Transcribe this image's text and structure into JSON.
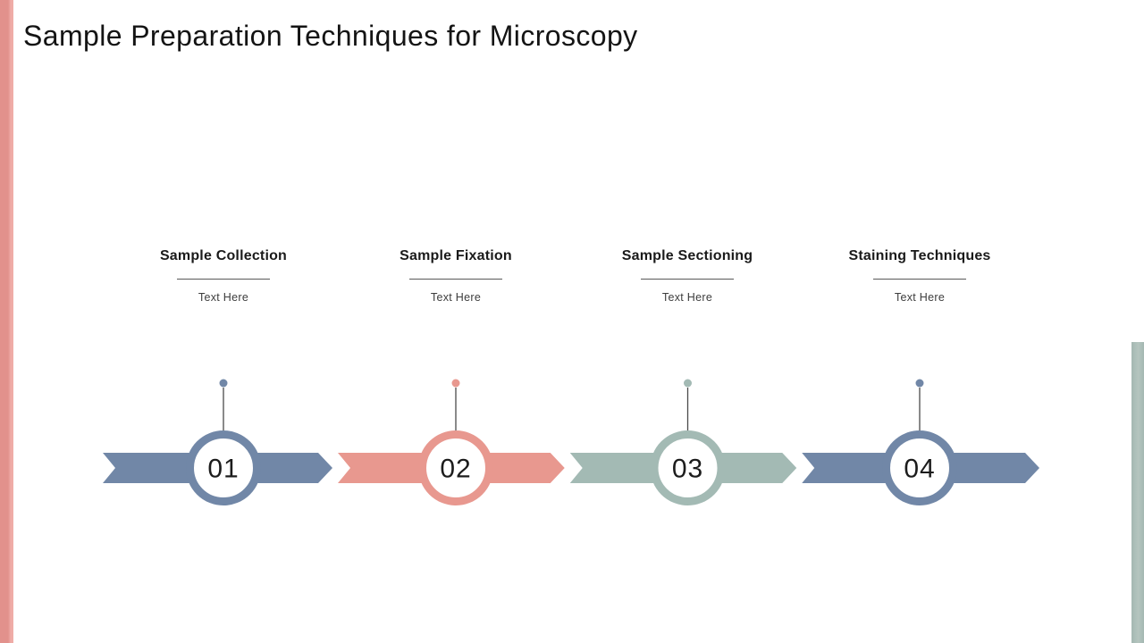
{
  "slide": {
    "title": "Sample Preparation Techniques for Microscopy"
  },
  "accent_bars": {
    "left_color": "#e2918c",
    "left_highlight": "#efaca7",
    "right_color": "#a4b8b2",
    "right_highlight": "#b4c5bf"
  },
  "timeline": {
    "stem_color": "#4a4a4a",
    "number_color": "#1c1c1c",
    "band_fill_inner": "#ffffff"
  },
  "steps": [
    {
      "number": "01",
      "title": "Sample Collection",
      "subtitle": "Text Here",
      "color": "#7187a7"
    },
    {
      "number": "02",
      "title": "Sample Fixation",
      "subtitle": "Text Here",
      "color": "#e8988f"
    },
    {
      "number": "03",
      "title": "Sample Sectioning",
      "subtitle": "Text Here",
      "color": "#a3bab4"
    },
    {
      "number": "04",
      "title": "Staining Techniques",
      "subtitle": "Text Here",
      "color": "#7187a7"
    }
  ]
}
